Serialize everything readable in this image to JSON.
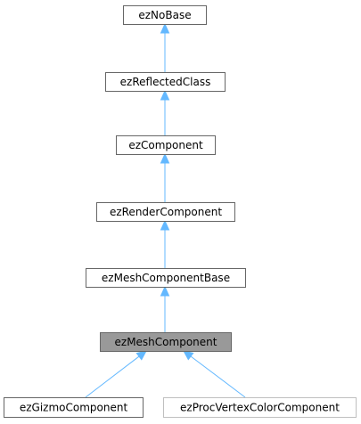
{
  "diagram": {
    "nodes": [
      {
        "id": "ezNoBase",
        "label": "ezNoBase",
        "style": "normal"
      },
      {
        "id": "ezReflectedClass",
        "label": "ezReflectedClass",
        "style": "normal"
      },
      {
        "id": "ezComponent",
        "label": "ezComponent",
        "style": "normal"
      },
      {
        "id": "ezRenderComponent",
        "label": "ezRenderComponent",
        "style": "normal"
      },
      {
        "id": "ezMeshComponentBase",
        "label": "ezMeshComponentBase",
        "style": "normal"
      },
      {
        "id": "ezMeshComponent",
        "label": "ezMeshComponent",
        "style": "highlight"
      },
      {
        "id": "ezGizmoComponent",
        "label": "ezGizmoComponent",
        "style": "normal"
      },
      {
        "id": "ezProcVertexColorComponent",
        "label": "ezProcVertexColorComponent",
        "style": "faded"
      }
    ],
    "edges": [
      {
        "from": "ezReflectedClass",
        "to": "ezNoBase"
      },
      {
        "from": "ezComponent",
        "to": "ezReflectedClass"
      },
      {
        "from": "ezRenderComponent",
        "to": "ezComponent"
      },
      {
        "from": "ezMeshComponentBase",
        "to": "ezRenderComponent"
      },
      {
        "from": "ezMeshComponent",
        "to": "ezMeshComponentBase"
      },
      {
        "from": "ezGizmoComponent",
        "to": "ezMeshComponent"
      },
      {
        "from": "ezProcVertexColorComponent",
        "to": "ezMeshComponent"
      }
    ],
    "colors": {
      "edge": "#63b8ff",
      "highlight_fill": "#999999",
      "border": "#666666",
      "faded_border": "#bfbfbf"
    }
  }
}
